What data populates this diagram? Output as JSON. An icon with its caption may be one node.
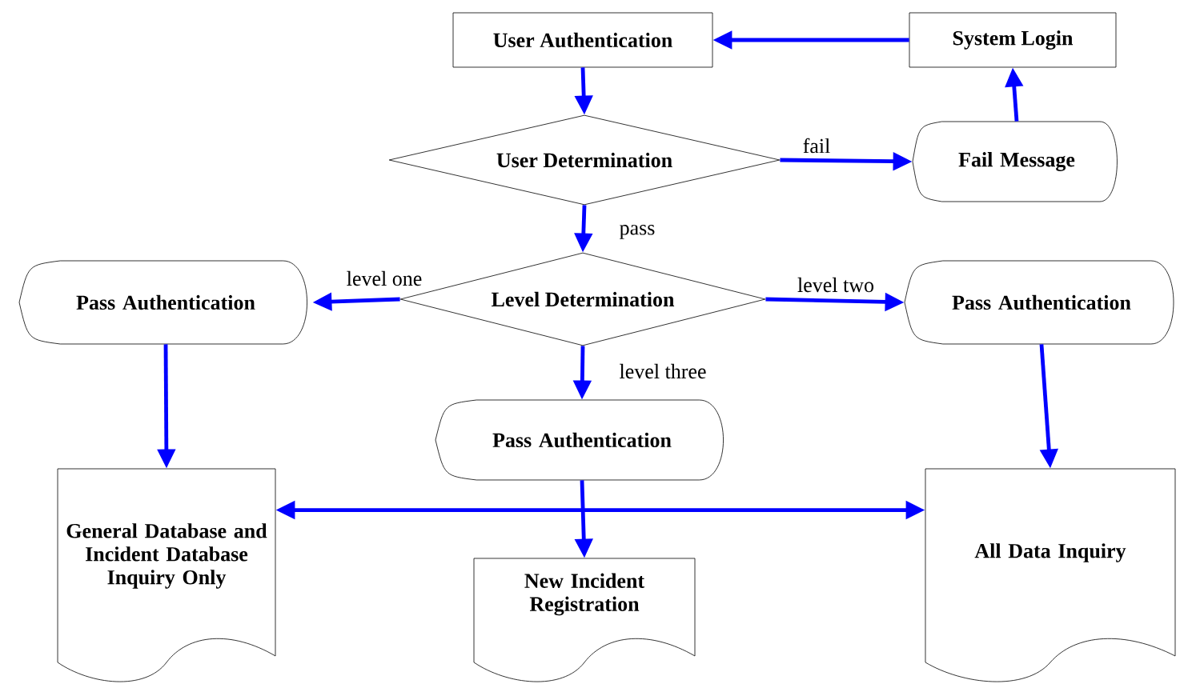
{
  "diagram": {
    "nodes": [
      {
        "text": [
          "User Authentication"
        ]
      },
      {
        "text": [
          "System Login"
        ]
      },
      {
        "text": [
          "User Determination"
        ]
      },
      {
        "text": [
          "Fail Message"
        ]
      },
      {
        "text": [
          "Level Determination"
        ]
      },
      {
        "text": [
          "Pass Authentication"
        ]
      },
      {
        "text": [
          "Pass Authentication"
        ]
      },
      {
        "text": [
          "Pass Authentication"
        ]
      },
      {
        "text": [
          "General Database and Incident Database Inquiry Only"
        ]
      },
      {
        "text": [
          "New Incident Registration"
        ]
      },
      {
        "text": [
          "All Data Inquiry"
        ]
      }
    ],
    "edges": [
      {
        "from": 1,
        "to": 0,
        "arrow": "to"
      },
      {
        "from": 0,
        "to": 2,
        "arrow": "to"
      },
      {
        "from": 2,
        "to": 3,
        "arrow": "to",
        "label": "fail"
      },
      {
        "from": 3,
        "to": 1,
        "arrow": "to"
      },
      {
        "from": 2,
        "to": 4,
        "arrow": "to",
        "label": "pass"
      },
      {
        "from": 4,
        "to": 5,
        "arrow": "to",
        "label": "level one"
      },
      {
        "from": 4,
        "to": 6,
        "arrow": "to",
        "label": "level two"
      },
      {
        "from": 4,
        "to": 7,
        "arrow": "to",
        "label": "level three"
      },
      {
        "from": 5,
        "to": 8,
        "arrow": "to"
      },
      {
        "from": 6,
        "to": 10,
        "arrow": "to"
      },
      {
        "from": 7,
        "to": 9,
        "arrow": "to"
      },
      {
        "from": 8,
        "to": 10,
        "arrow": "both"
      }
    ]
  }
}
